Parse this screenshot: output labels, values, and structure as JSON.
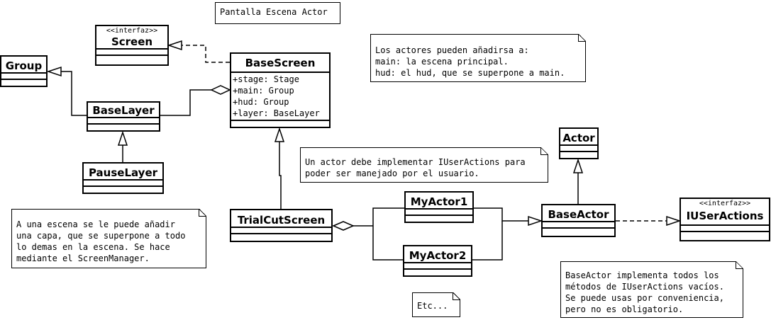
{
  "title_note": "Pantalla Escena Actor",
  "classes": {
    "group": {
      "name": "Group"
    },
    "screen": {
      "stereotype": "<<interfaz>>",
      "name": "Screen"
    },
    "base_screen": {
      "name": "BaseScreen",
      "attributes": [
        "+stage: Stage",
        "+main: Group",
        "+hud: Group",
        "+layer: BaseLayer"
      ]
    },
    "base_layer": {
      "name": "BaseLayer"
    },
    "pause_layer": {
      "name": "PauseLayer"
    },
    "trial_cut_screen": {
      "name": "TrialCutScreen"
    },
    "my_actor1": {
      "name": "MyActor1"
    },
    "my_actor2": {
      "name": "MyActor2"
    },
    "actor": {
      "name": "Actor"
    },
    "base_actor": {
      "name": "BaseActor"
    },
    "iuser_actions": {
      "stereotype": "<<interfaz>>",
      "name": "IUSerActions"
    }
  },
  "notes": {
    "actors": [
      "Los actores pueden añadirsa a:",
      "main: la escena principal.",
      "hud: el hud, que se superpone a main."
    ],
    "implement": [
      "Un actor debe implementar IUserActions para",
      "poder ser manejado por el usuario."
    ],
    "layer": [
      "A una escena se le puede añadir",
      "una capa, que se superpone a todo",
      "lo demas en la escena. Se hace",
      "mediante el ScreenManager."
    ],
    "base_actor": [
      "BaseActor implementa todos los",
      "métodos de IUserActions vacíos.",
      "Se puede usas por conveniencia,",
      "pero no es obligatorio."
    ],
    "etc": [
      "Etc..."
    ]
  }
}
